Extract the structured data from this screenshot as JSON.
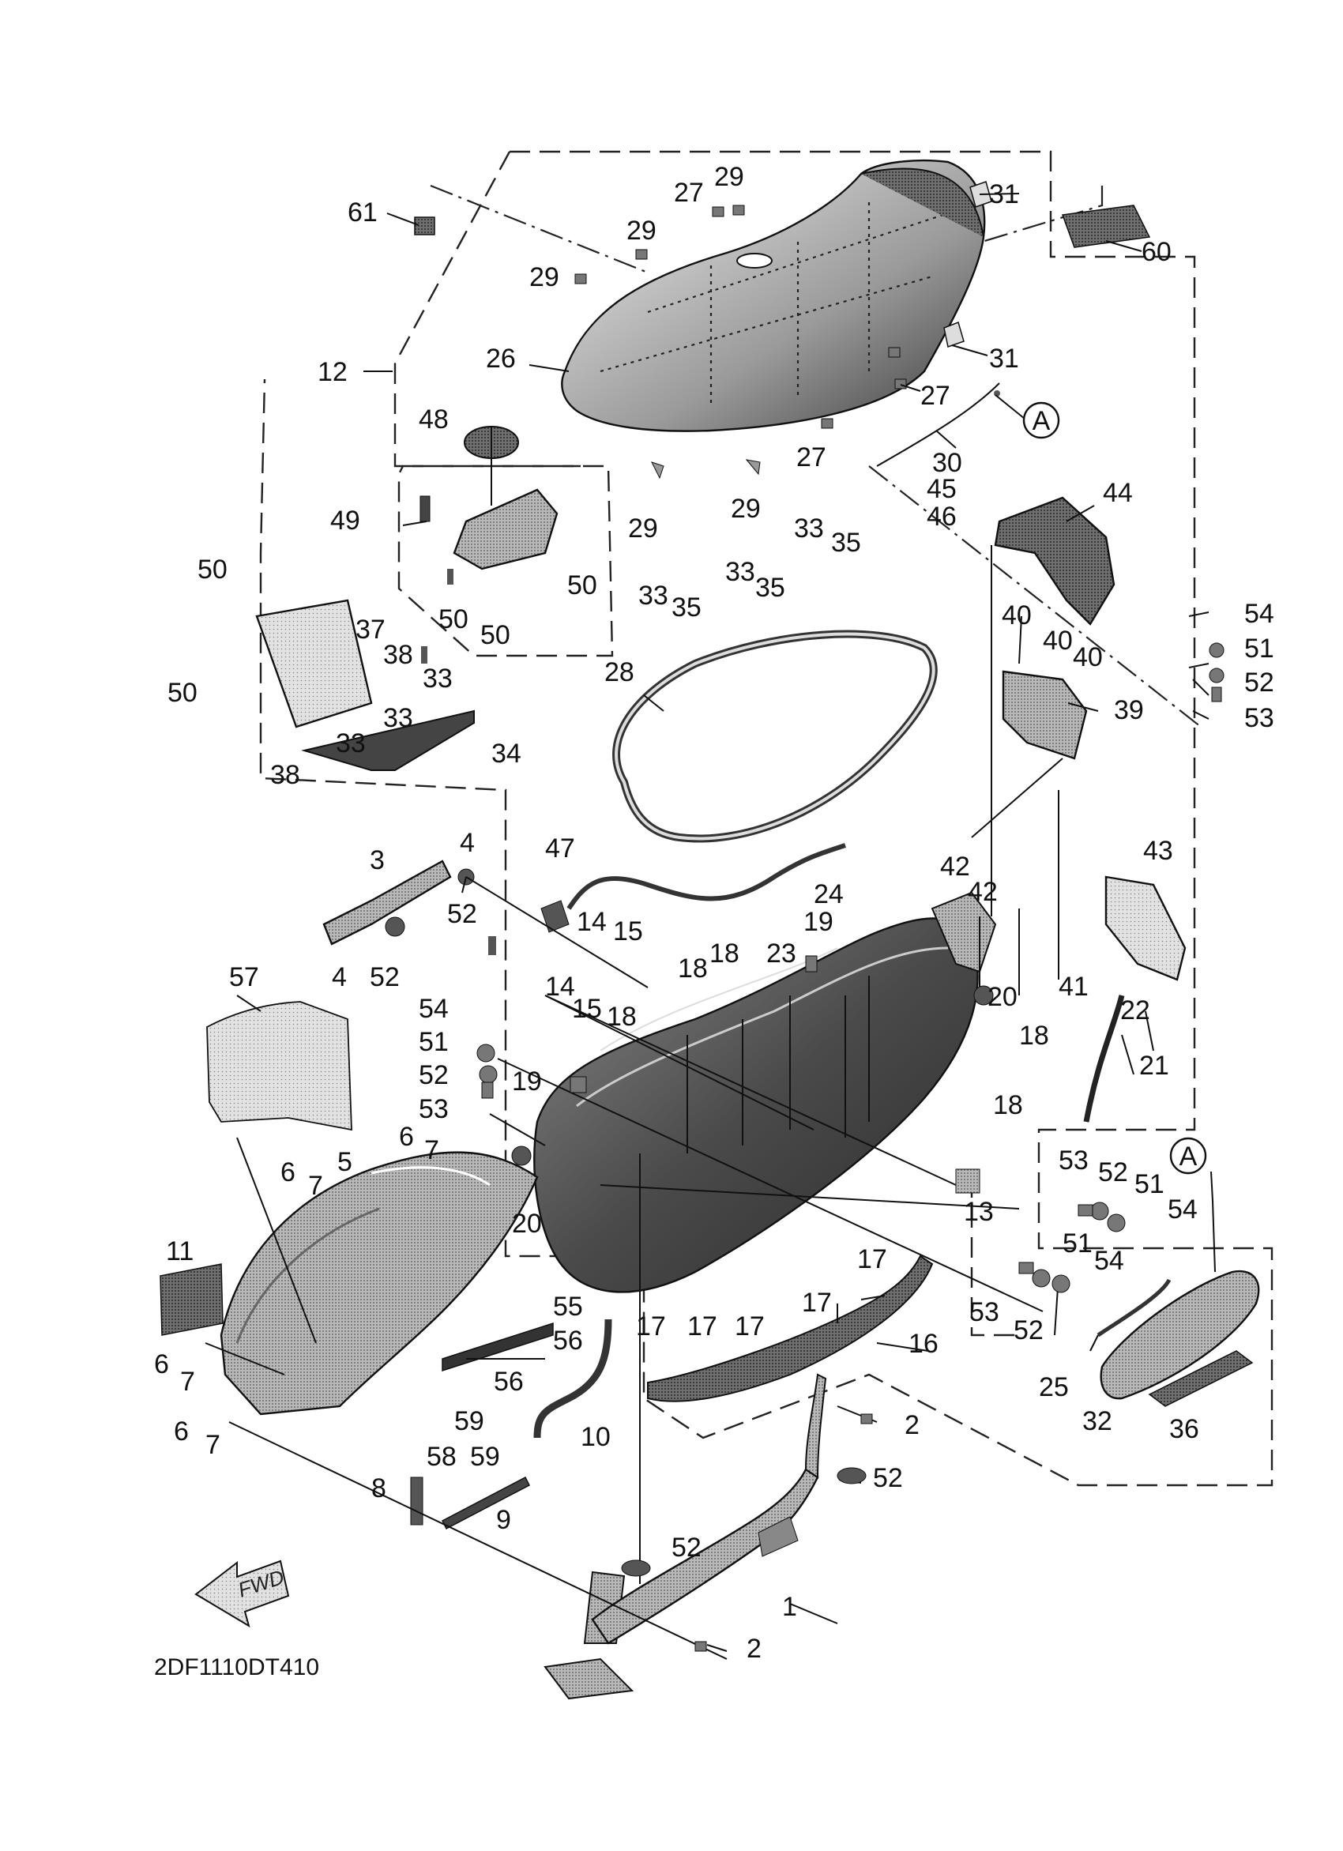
{
  "diagram": {
    "code": "2DF1110DT410",
    "fwd_label": "FWD",
    "ref_marker": "A",
    "callouts": {
      "c61": "61",
      "c60": "60",
      "c12": "12",
      "c26": "26",
      "c27a": "27",
      "c29a": "29",
      "c29b": "29",
      "c29c": "29",
      "c31a": "31",
      "c31b": "31",
      "c27b": "27",
      "c27c": "27",
      "c30": "30",
      "c48": "48",
      "c49": "49",
      "c29d": "29",
      "c29e": "29",
      "c33a": "33",
      "c35a": "35",
      "c33b": "33",
      "c35b": "35",
      "c33c": "33",
      "c35c": "35",
      "c45": "45",
      "c46": "46",
      "c44": "44",
      "c50a": "50",
      "c50b": "50",
      "c50c": "50",
      "c50d": "50",
      "c50e": "50",
      "c37": "37",
      "c38a": "38",
      "c33d": "33",
      "c33e": "33",
      "c33f": "33",
      "c34": "34",
      "c38b": "38",
      "c28": "28",
      "c40a": "40",
      "c40b": "40",
      "c40c": "40",
      "c39": "39",
      "c54a": "54",
      "c51a": "51",
      "c52a": "52",
      "c53a": "53",
      "c3": "3",
      "c4a": "4",
      "c4b": "4",
      "c52b": "52",
      "c52c": "52",
      "c47": "47",
      "c43": "43",
      "c42a": "42",
      "c42b": "42",
      "c24": "24",
      "c19a": "19",
      "c14a": "14",
      "c15a": "15",
      "c14b": "14",
      "c15b": "15",
      "c18a": "18",
      "c18b": "18",
      "c18c": "18",
      "c23": "23",
      "c20a": "20",
      "c41": "41",
      "c22": "22",
      "c21": "21",
      "c18d": "18",
      "c18e": "18",
      "c57": "57",
      "c54b": "54",
      "c51b": "51",
      "c52d": "52",
      "c53b": "53",
      "c19b": "19",
      "c6a": "6",
      "c7a": "7",
      "c6b": "6",
      "c7b": "7",
      "c5": "5",
      "c20b": "20",
      "c13": "13",
      "c53c": "53",
      "c52e": "52",
      "c51c": "51",
      "c54c": "54",
      "c51d": "51",
      "c54d": "54",
      "c53d": "53",
      "c52f": "52",
      "c11": "11",
      "c55": "55",
      "c56a": "56",
      "c56b": "56",
      "c17a": "17",
      "c17b": "17",
      "c17c": "17",
      "c17d": "17",
      "c17e": "17",
      "c16": "16",
      "c25": "25",
      "c32": "32",
      "c36": "36",
      "c6c": "6",
      "c7c": "7",
      "c6d": "6",
      "c7d": "7",
      "c59a": "59",
      "c58": "58",
      "c59b": "59",
      "c10": "10",
      "c2a": "2",
      "c2b": "2",
      "c52g": "52",
      "c52h": "52",
      "c8": "8",
      "c9": "9",
      "c1": "1"
    }
  }
}
